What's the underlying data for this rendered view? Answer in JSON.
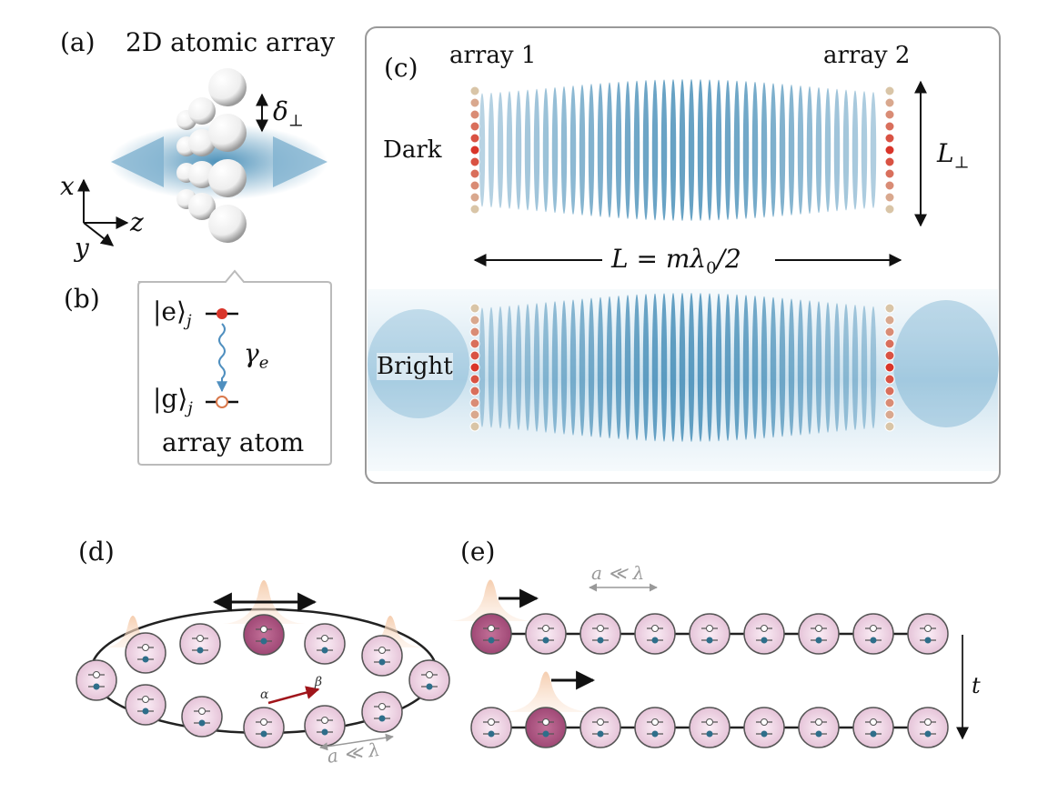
{
  "panel_a": {
    "tag": "(a)",
    "title": "2D atomic array",
    "delta_label": "δ",
    "delta_sub": "⊥",
    "axis_x": "x",
    "axis_y": "y",
    "axis_z": "z"
  },
  "panel_b": {
    "tag": "(b)",
    "excited": "|e⟩",
    "excited_sub": "j",
    "ground": "|g⟩",
    "ground_sub": "j",
    "gamma": "γ",
    "gamma_sub": "e",
    "caption": "array atom"
  },
  "panel_c": {
    "tag": "(c)",
    "array1": "array 1",
    "array2": "array 2",
    "dark": "Dark",
    "bright": "Bright",
    "L_perp": "L",
    "L_perp_sub": "⊥",
    "L_eq": "L = mλ",
    "L_eq_sub": "0",
    "L_eq_tail": "/2"
  },
  "panel_d": {
    "tag": "(d)",
    "alpha": "α",
    "beta": "β",
    "spacing": "a ≪ λ"
  },
  "panel_e": {
    "tag": "(e)",
    "spacing": "a ≪ λ",
    "time": "t"
  },
  "colors": {
    "excited_atom": "#a64d79",
    "atom_fill": "#e8c7dd",
    "field": "#2f7fae",
    "array_red": "#d9352a"
  }
}
